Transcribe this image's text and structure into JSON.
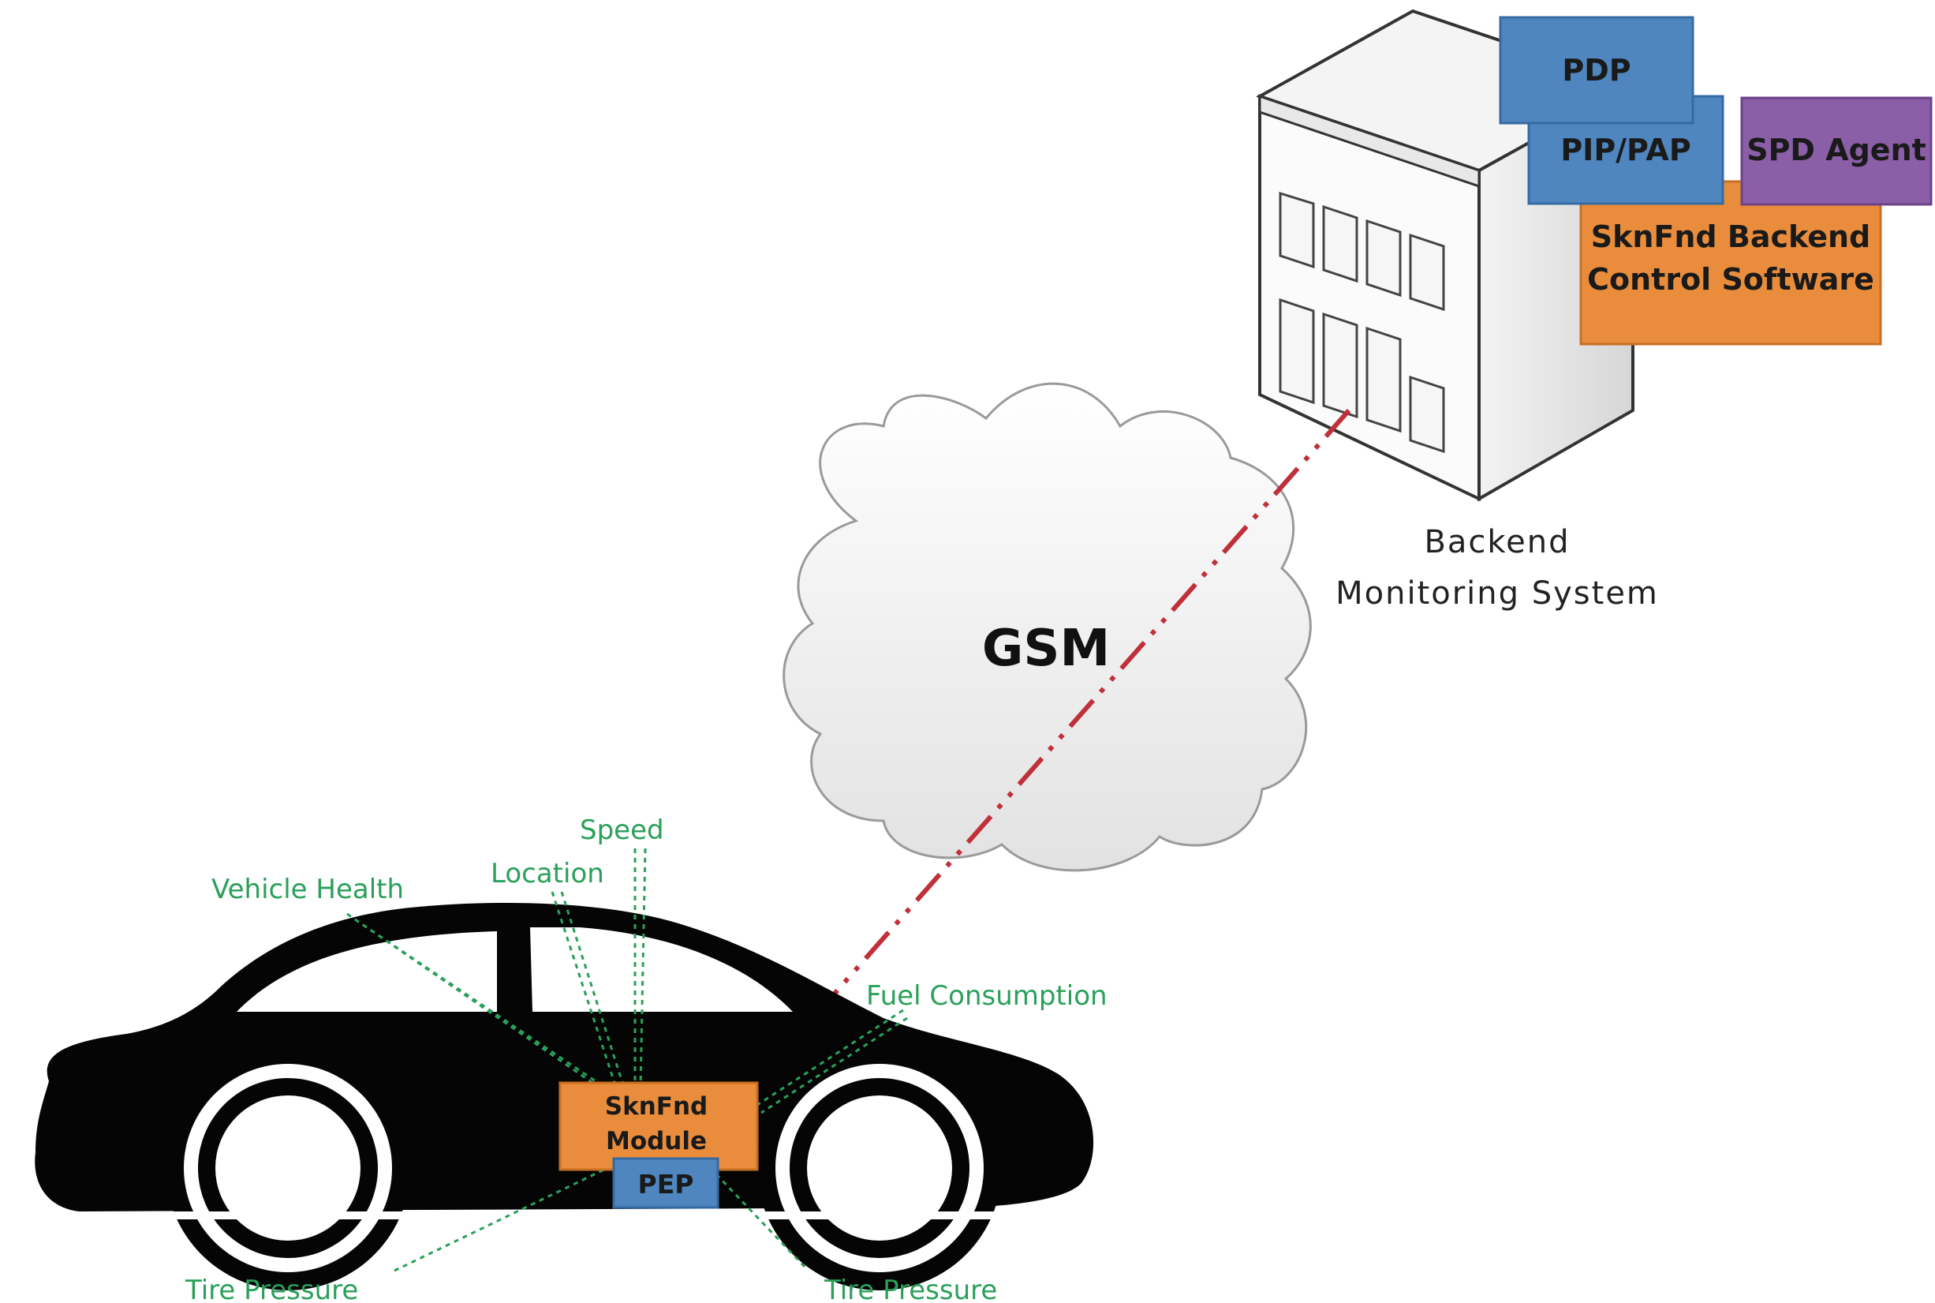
{
  "colors": {
    "orange": "#e98d3c",
    "blue": "#4f86c0",
    "purple": "#8b5ea8",
    "sensor_green": "#2aa05a",
    "link_red": "#c0303a",
    "car_black": "#050505"
  },
  "server": {
    "pdp_label": "PDP",
    "pip_pap_label": "PIP/PAP",
    "spd_agent_label": "SPD Agent",
    "backend_software_line1": "SknFnd Backend",
    "backend_software_line2": "Control Software",
    "caption_line1": "Backend",
    "caption_line2": "Monitoring System"
  },
  "network": {
    "cloud_label": "GSM"
  },
  "vehicle": {
    "module_line1": "SknFnd",
    "module_line2": "Module",
    "pep_label": "PEP",
    "sensors": {
      "vehicle_health": "Vehicle Health",
      "location": "Location",
      "speed": "Speed",
      "fuel_consumption": "Fuel Consumption",
      "tire_pressure_left": "Tire Pressure",
      "tire_pressure_right": "Tire Pressure"
    }
  }
}
